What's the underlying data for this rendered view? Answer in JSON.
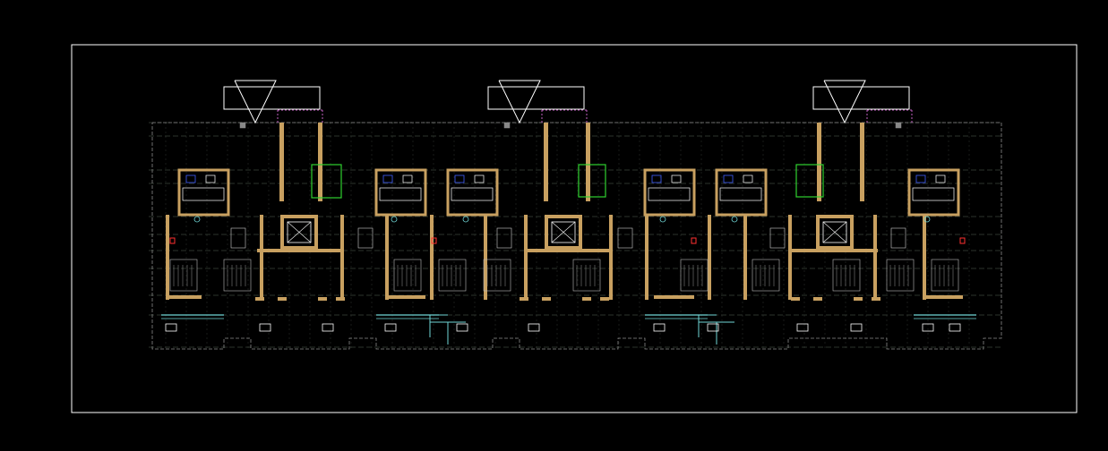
{
  "drawing": {
    "type": "architectural-floor-plan",
    "background": "#000000",
    "units_left_to_right": [
      "unit-a",
      "unit-b",
      "unit-c"
    ],
    "colors": {
      "frame": "#ffffff",
      "wall": "#c8a060",
      "axis": "#5a6a5a",
      "dim": "#8a8a8a",
      "fixture": "#ffffff",
      "cyan": "#6fd6d6",
      "magenta": "#c060c0",
      "green": "#30d030",
      "blue": "#4060ff",
      "red": "#ff3030",
      "yellow": "#ffd040"
    }
  }
}
